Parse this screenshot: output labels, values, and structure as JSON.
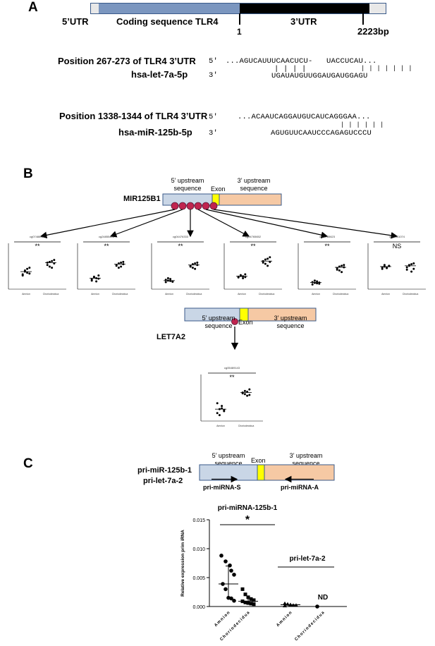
{
  "panelA": {
    "letter": "A",
    "utr5": "5’UTR",
    "coding": "Coding sequence TLR4",
    "utr3": "3’UTR",
    "pos1": "1",
    "pos_end": "2223bp",
    "pairs": [
      {
        "position_label": "Position 267-273 of TLR4 3’UTR",
        "mrna_prefix": "5'",
        "mrna_seq": "...AGUCAUUUCAACUCU-   UACCUCAU...",
        "mirna_label": "hsa-let-7a-5p",
        "mirna_prefix": "3'",
        "mirna_seq": "UGAUAUGUUGGAUGAUGGAGU",
        "pairing_left": "| | | |",
        "pairing_right": "| | | | | | |"
      },
      {
        "position_label": "Position  1338-1344 of TLR4 3’UTR",
        "mrna_prefix": "5'",
        "mrna_seq": "...ACAAUCAGGAUGUCAUCAGGGAA...",
        "mirna_label": "hsa-miR-125b-5p",
        "mirna_prefix": "3'",
        "mirna_seq": "AGUGUUCAAUCCCAGAGUCCCU",
        "pairing_left": "",
        "pairing_right": "| | | | | |"
      }
    ]
  },
  "panelB": {
    "letter": "B",
    "mir125_gene": "MIR125B1",
    "mir125_upstream": "5’ upstream sequence",
    "mir125_exon": "Exon",
    "mir125_downstream": "3’ upstream sequence",
    "let7_gene": "LET7A2",
    "let7_upstream": "5’ upstream sequence",
    "let7_exon": "Exon",
    "let7_downstream": "3’ upstream sequence",
    "colors": {
      "upstream": "#c9d6e6",
      "exon": "#ffff00",
      "downstream": "#f6c9a4",
      "cpg": "#c0244f"
    },
    "cpg_plots": [
      {
        "probe": "cg07488397",
        "sig": "**",
        "groups": [
          "Amnion",
          "Choriodecidua"
        ]
      },
      {
        "probe": "cg24855406",
        "sig": "**",
        "groups": [
          "Amnion",
          "Choriodecidua"
        ]
      },
      {
        "probe": "cg04476333",
        "sig": "**",
        "groups": [
          "Amnion",
          "Choriodecidua"
        ]
      },
      {
        "probe": "cg04765652",
        "sig": "**",
        "groups": [
          "Amnion",
          "Choriodecidua"
        ]
      },
      {
        "probe": "cg24785623",
        "sig": "**",
        "groups": [
          "Amnion",
          "Choriodecidua"
        ]
      },
      {
        "probe": "cg07341074",
        "sig": "NS",
        "groups": [
          "Amnion",
          "Choriodecidua"
        ]
      }
    ],
    "let7_plot": {
      "probe": "cg05469143",
      "sig": "**",
      "groups": [
        "Amnion",
        "Choriodecidua"
      ]
    }
  },
  "panelC": {
    "letter": "C",
    "gene_label_1": "pri-miR-125b-1",
    "gene_label_2": "pri-let-7a-2",
    "upstream": "5’ upstream sequence",
    "exon": "Exon",
    "downstream": "3’ upstream sequence",
    "primer_s": "pri-miRNA-S",
    "primer_a": "pri-miRNA-A",
    "chart_data": {
      "type": "scatter",
      "title": "",
      "ylabel": "Relative expression prim iRNA",
      "ylim": [
        0,
        0.015
      ],
      "yticks": [
        "0.000",
        "0.005",
        "0.010",
        "0.015"
      ],
      "categories": [
        "Amnion",
        "Choriodecidua",
        "Amnion",
        "Choriodecidua"
      ],
      "group_titles": [
        "pri-miRNA-125b-1",
        "pri-let-7a-2"
      ],
      "significance": [
        "*",
        ""
      ],
      "nd_label": "ND",
      "series": [
        {
          "name": "pri-miRNA-125b-1",
          "category": "Amnion",
          "marker": "circle",
          "values": [
            0.0088,
            0.0078,
            0.0071,
            0.0062,
            0.0055,
            0.0039,
            0.003,
            0.0015,
            0.0014,
            0.001
          ],
          "median": 0.0039
        },
        {
          "name": "pri-miRNA-125b-1",
          "category": "Choriodecidua",
          "marker": "square",
          "values": [
            0.003,
            0.0021,
            0.0016,
            0.0013,
            0.0011,
            0.0009,
            0.0007,
            0.0006,
            0.0005,
            0.0004
          ],
          "median": 0.0009
        },
        {
          "name": "pri-let-7a-2",
          "category": "Amnion",
          "marker": "triangle",
          "values": [
            0.0005,
            0.0004,
            0.0003,
            0.0002,
            0.0002,
            0.0001
          ],
          "median": 0.0003
        },
        {
          "name": "pri-let-7a-2",
          "category": "Choriodecidua",
          "marker": "circle",
          "values": [
            0.0
          ],
          "median": 0.0
        }
      ]
    }
  }
}
